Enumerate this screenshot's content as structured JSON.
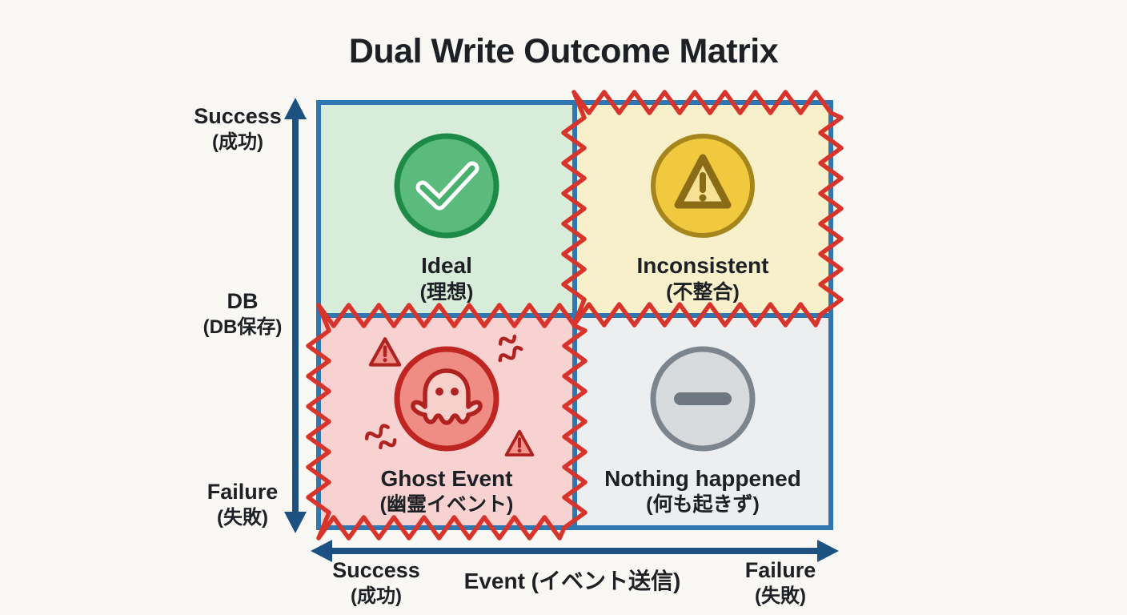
{
  "title": "Dual Write Outcome Matrix",
  "colors": {
    "page_bg": "#f9f8f4",
    "text": "#1d2024",
    "grid_blue": "#2e77b3",
    "axis_blue": "#1d5182",
    "zigzag_red": "#d7342c",
    "ideal_bg": "#d7edda",
    "inconsistent_bg": "#f8efcb",
    "ghost_bg": "#f7d2d1",
    "nothing_bg": "#eceef0",
    "green_fill": "#5bbb7c",
    "green_ring": "#1e8a49",
    "check_inner": "#47b06c",
    "white": "#ffffff",
    "yellow_fill": "#f0c93e",
    "yellow_ring": "#a5851c",
    "yellow_tri_fill": "#f6e195",
    "yellow_glyph": "#8a6b16",
    "red_fill": "#ef8d85",
    "red_ring": "#bf2521",
    "red_glyph": "#b02220",
    "red_ghost_fill": "#f7d0cc",
    "red_tri_fill": "#f2948e",
    "gray_fill": "#d8dbde",
    "gray_ring": "#7c858d",
    "gray_glyph": "#6e7780"
  },
  "y_axis": {
    "label_en": "DB",
    "label_jp": "(DB保存)",
    "top_en": "Success",
    "top_jp": "(成功)",
    "bottom_en": "Failure",
    "bottom_jp": "(失敗)"
  },
  "x_axis": {
    "label": "Event (イベント送信)",
    "left_en": "Success",
    "left_jp": "(成功)",
    "right_en": "Failure",
    "right_jp": "(失敗)"
  },
  "quadrants": {
    "ideal": {
      "label_en": "Ideal",
      "label_jp": "(理想)",
      "icon": "check-circle"
    },
    "inconsistent": {
      "label_en": "Inconsistent",
      "label_jp": "(不整合)",
      "icon": "warning-circle"
    },
    "ghost": {
      "label_en": "Ghost Event",
      "label_jp": "(幽霊イベント)",
      "icon": "ghost-circle"
    },
    "nothing": {
      "label_en": "Nothing happened",
      "label_jp": "(何も起きず)",
      "icon": "minus-circle"
    }
  }
}
